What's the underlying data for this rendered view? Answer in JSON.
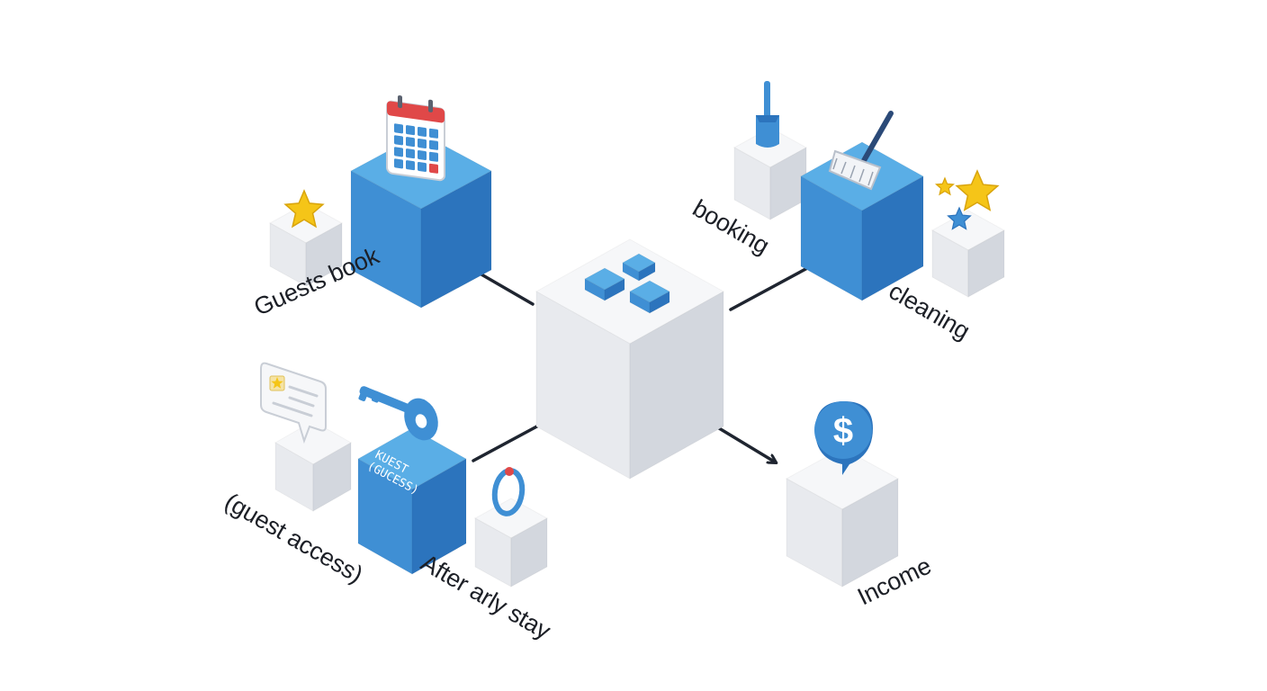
{
  "colors": {
    "blue_top": "#5aaee6",
    "blue_left": "#3f8fd4",
    "blue_right": "#2c74bd",
    "white_top": "#f6f7f9",
    "white_left": "#e8eaee",
    "white_right": "#d3d7de",
    "arrow": "#1f2530",
    "star": "#f5c518",
    "calendar_red": "#e04848",
    "ink": "#1c1f26"
  },
  "labels": {
    "guests_book": "Guests book",
    "booking": "booking",
    "cleaning": "cleaning",
    "guest_access": "(guest access)",
    "after_stay": "After arly stay",
    "income": "Income"
  },
  "box_text": {
    "key_box_line1": "KUEST",
    "key_box_line2": "(GUCESS)"
  },
  "icons": {
    "hub": "blocks-icon",
    "calendar": "calendar-icon",
    "star": "star-icon",
    "broom": "broom-icon",
    "dustpan": "dustpan-icon",
    "review": "review-card-icon",
    "key": "key-icon",
    "ring": "key-ring-icon",
    "money": "dollar-coin-icon"
  }
}
